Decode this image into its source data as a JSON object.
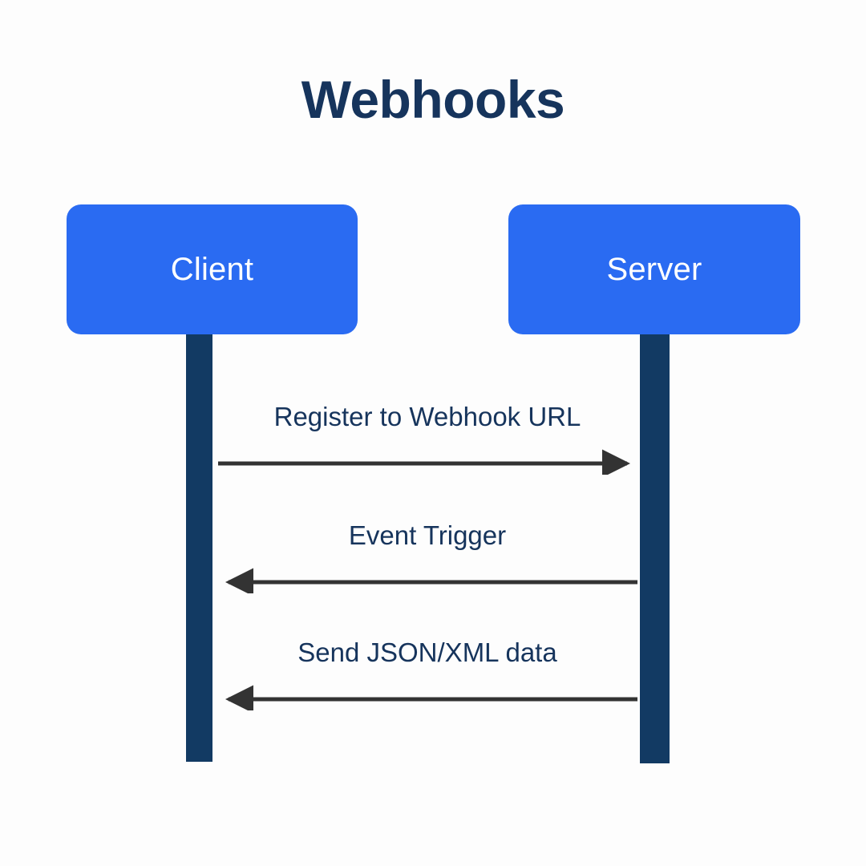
{
  "diagram": {
    "title": "Webhooks",
    "type": "sequence-diagram",
    "background_color": "#fdfdfd",
    "title_color": "#16345c",
    "participants": [
      {
        "id": "client",
        "label": "Client",
        "box_color": "#2a6bf2",
        "label_color": "#ffffff",
        "lifeline_color": "#123a63"
      },
      {
        "id": "server",
        "label": "Server",
        "box_color": "#2a6bf2",
        "label_color": "#ffffff",
        "lifeline_color": "#123a63"
      }
    ],
    "messages": [
      {
        "label": "Register to Webhook URL",
        "from": "client",
        "to": "server",
        "direction": "right",
        "arrow_color": "#333333",
        "label_color": "#16345c"
      },
      {
        "label": "Event Trigger",
        "from": "server",
        "to": "client",
        "direction": "left",
        "arrow_color": "#333333",
        "label_color": "#16345c"
      },
      {
        "label": "Send JSON/XML data",
        "from": "server",
        "to": "client",
        "direction": "left",
        "arrow_color": "#333333",
        "label_color": "#16345c"
      }
    ]
  }
}
